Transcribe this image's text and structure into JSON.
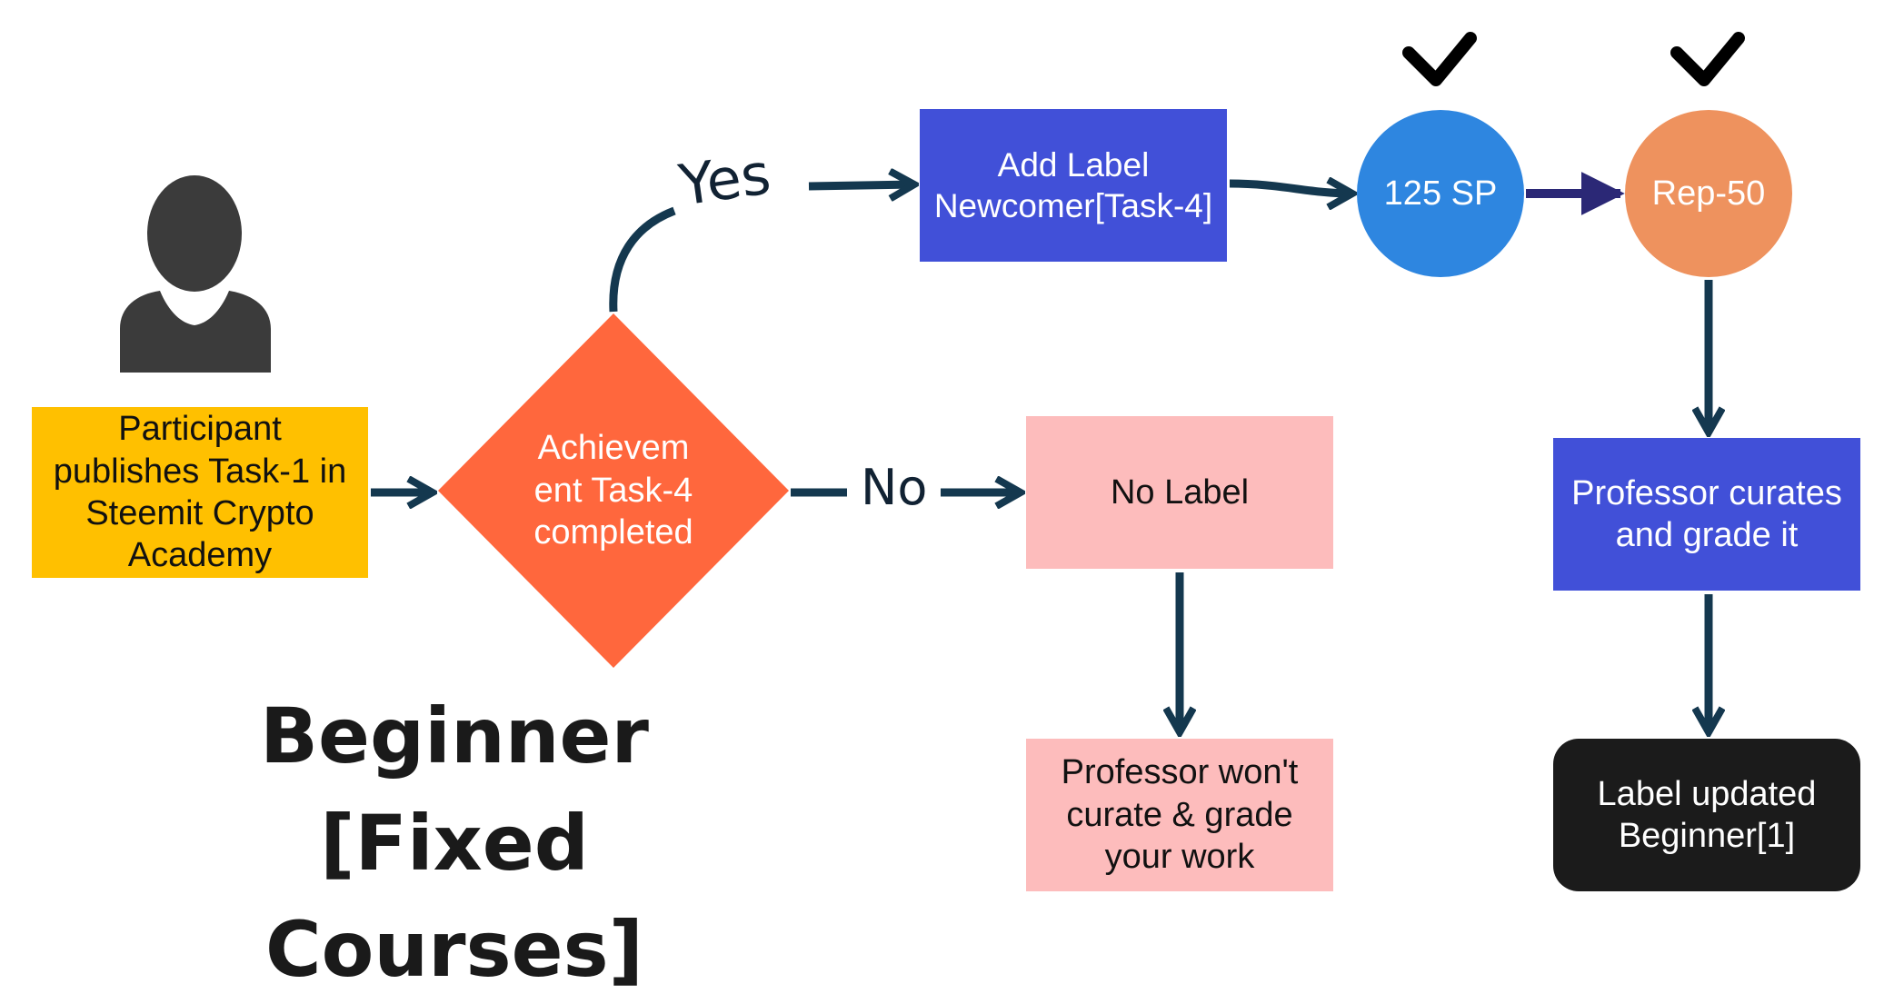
{
  "participant": {
    "lines": [
      "Participant",
      "publishes Task-1 in",
      "Steemit Crypto",
      "Academy"
    ]
  },
  "decision": {
    "lines": [
      "Achievem",
      "ent Task-4",
      "completed"
    ]
  },
  "edges": {
    "yes": "Yes",
    "no": "No"
  },
  "add_label": {
    "lines": [
      "Add Label",
      "Newcomer[Task-4]"
    ]
  },
  "sp_node": "125 SP",
  "rep_node": "Rep-50",
  "no_label_box": "No Label",
  "no_grade_box": {
    "lines": [
      "Professor won't",
      "curate & grade",
      "your work"
    ]
  },
  "prof_grade_box": {
    "lines": [
      "Professor curates",
      "and grade it"
    ]
  },
  "label_updated_box": {
    "lines": [
      "Label updated",
      "Beginner[1]"
    ]
  },
  "title": {
    "line1": "Beginner",
    "line2": "[Fixed Courses]"
  },
  "icons": {
    "person": "person-silhouette-icon",
    "check": "checkmark-icon"
  },
  "colors": {
    "participant": "#ffc000",
    "decision": "#ff673d",
    "blue_box": "#4150d8",
    "pink_box": "#fdbcbc",
    "sp_circle": "#2e86e0",
    "rep_circle": "#ee925e",
    "black_box": "#1b1b1b",
    "arrow": "#14384f",
    "arrow_purple": "#2b2876"
  }
}
